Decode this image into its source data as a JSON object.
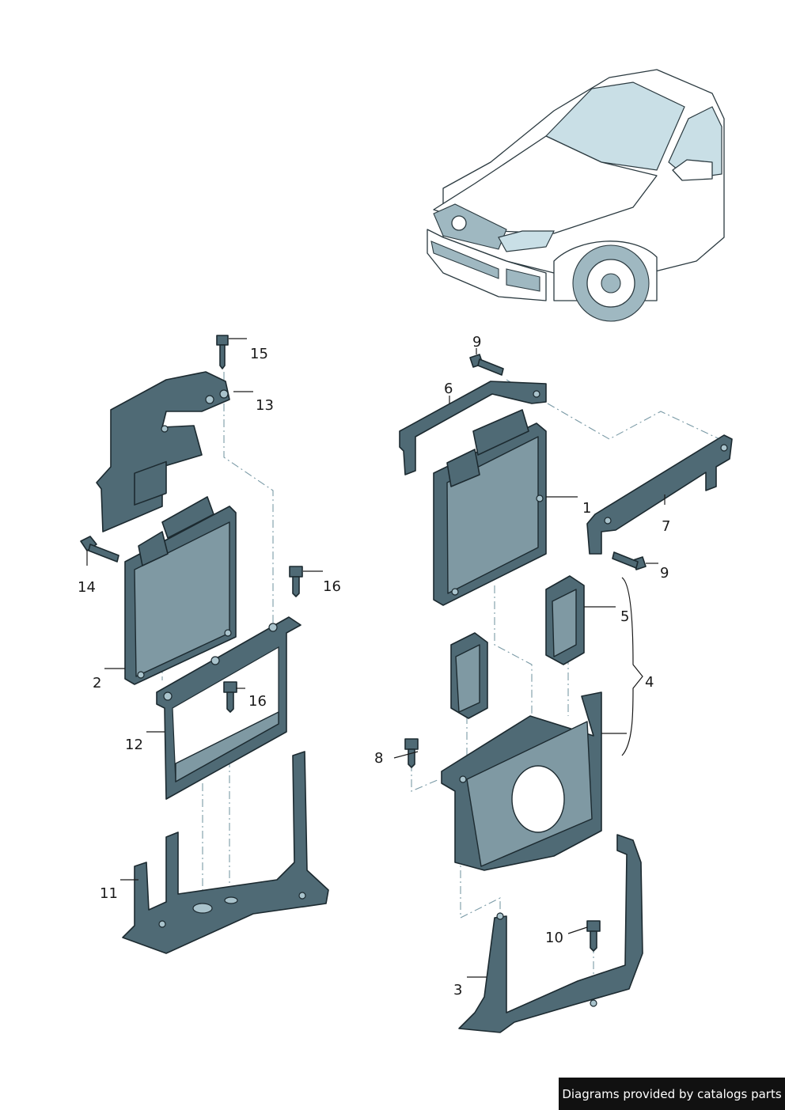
{
  "callouts": {
    "c1": "1",
    "c2": "2",
    "c3": "3",
    "c4": "4",
    "c5": "5",
    "c6": "6",
    "c7": "7",
    "c8": "8",
    "c9a": "9",
    "c9b": "9",
    "c10": "10",
    "c11": "11",
    "c12": "12",
    "c13": "13",
    "c14": "14",
    "c15": "15",
    "c16a": "16",
    "c16b": "16"
  },
  "footer": {
    "credit": "Diagrams provided by catalogs parts"
  },
  "colors": {
    "part_fill": "#4f6a75",
    "part_highlight": "#a9c3cc",
    "glass": "#c9dfe6",
    "badge_bg": "#111111",
    "badge_text": "#ffffff"
  }
}
